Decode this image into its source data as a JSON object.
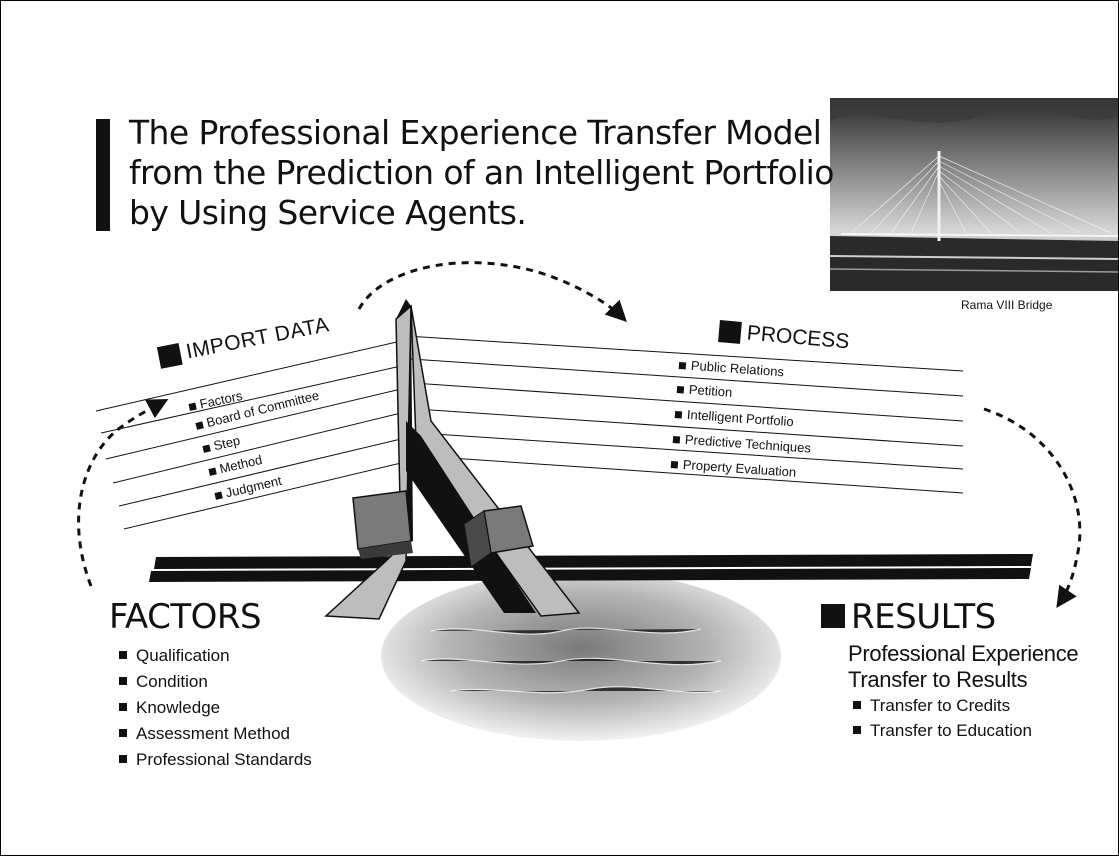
{
  "title_lines": [
    "The Professional Experience Transfer Model",
    "from the Prediction of an Intelligent Portfolio",
    "by Using Service Agents."
  ],
  "photo": {
    "caption": "Rama VIII Bridge"
  },
  "import_data": {
    "heading": "IMPORT DATA",
    "items": [
      "Factors",
      "Board of Committee",
      "Step",
      "Method",
      "Judgment"
    ]
  },
  "process": {
    "heading": "PROCESS",
    "items": [
      "Public Relations",
      "Petition",
      "Intelligent Portfolio",
      "Predictive Techniques",
      "Property Evaluation"
    ]
  },
  "factors": {
    "heading": "FACTORS",
    "items": [
      "Qualification",
      "Condition",
      "Knowledge",
      "Assessment Method",
      "Professional Standards"
    ]
  },
  "results": {
    "heading": "RESULTS",
    "subtitle_lines": [
      "Professional Experience",
      "Transfer to Results"
    ],
    "items": [
      "Transfer to Credits",
      "Transfer to Education"
    ]
  },
  "colors": {
    "ink": "#111111",
    "pylon_light": "#bdbdbd",
    "pylon_dark": "#111111",
    "water": "#8a8a8a"
  }
}
